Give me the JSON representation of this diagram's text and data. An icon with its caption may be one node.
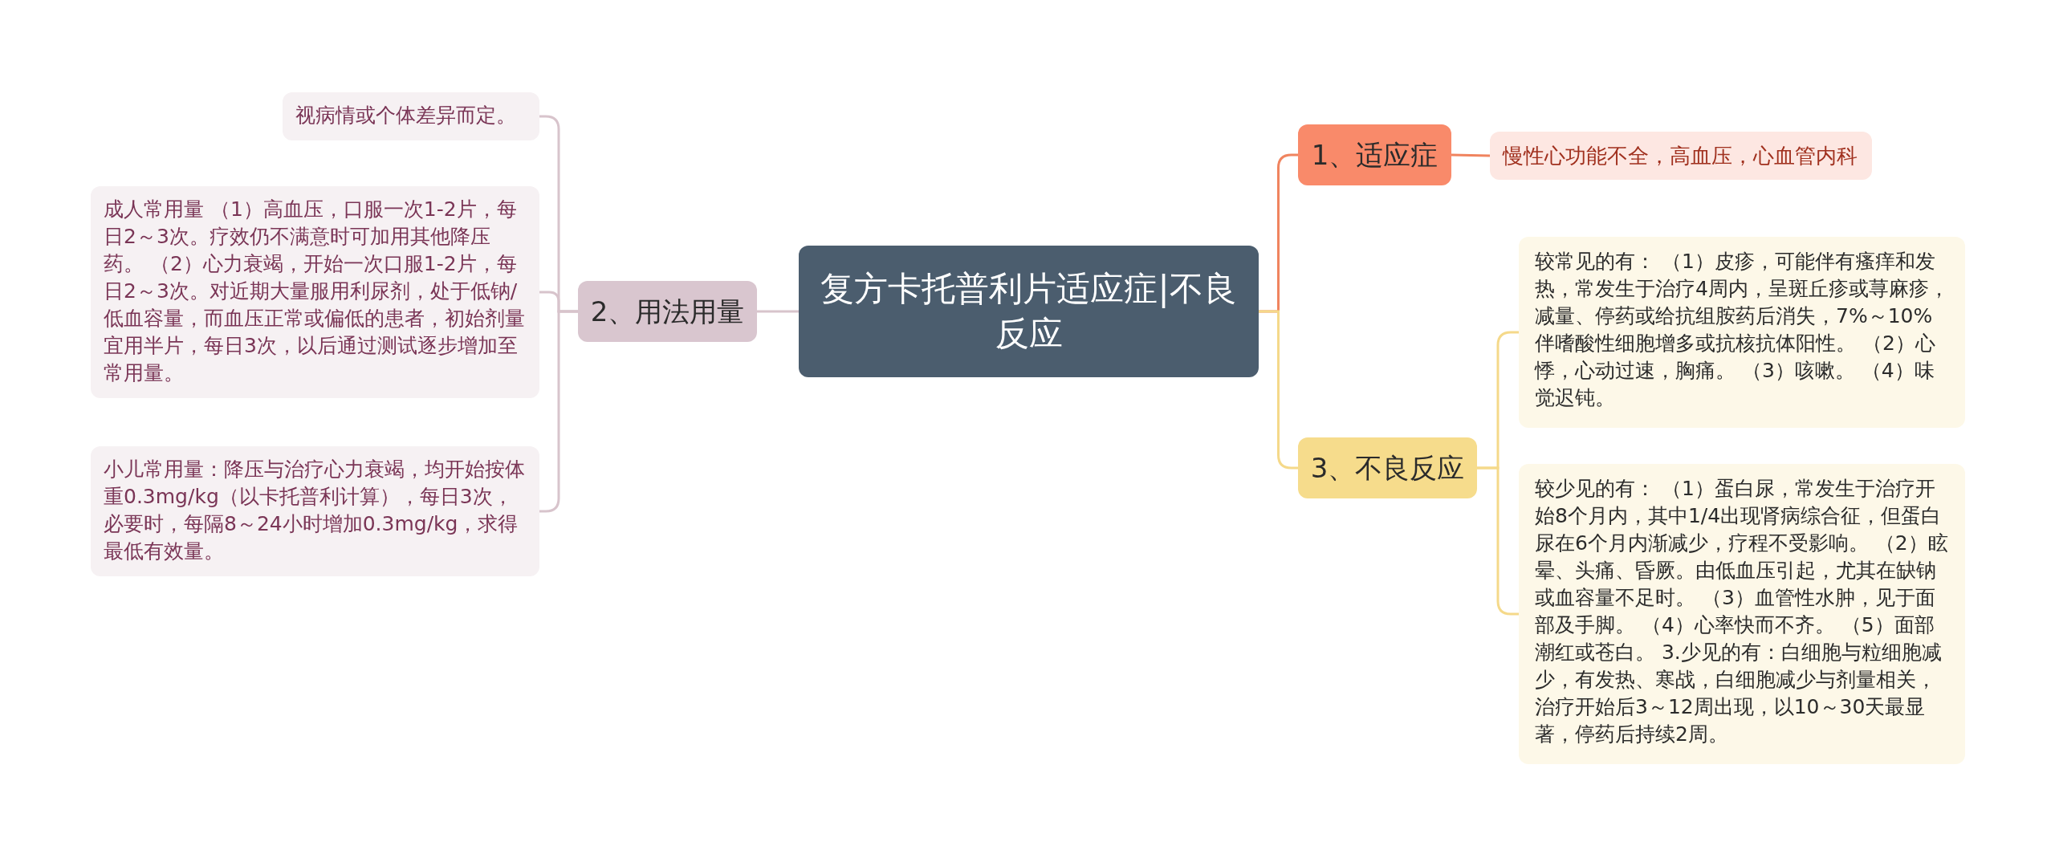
{
  "diagram": {
    "nodes": [
      {
        "text": [
          "复方卡托普利片适应症|不良反应"
        ]
      },
      {
        "text": [
          "1、适应症"
        ]
      },
      {
        "text": [
          "慢性心功能不全，高血压，心血管内科"
        ]
      },
      {
        "text": [
          "3、不良反应"
        ]
      },
      {
        "text": [
          "较常见的有： （1）皮疹，可能伴有瘙痒和发热，常发生于治疗4周内，呈斑丘疹或荨麻疹，减量、停药或给抗组胺药后消失，7%～10%伴嗜酸性细胞增多或抗核抗体阳性。 （2）心悸，心动过速，胸痛。 （3）咳嗽。 （4）味觉迟钝。"
        ]
      },
      {
        "text": [
          "较少见的有： （1）蛋白尿，常发生于治疗开始8个月内，其中1/4出现肾病综合征，但蛋白尿在6个月内渐减少，疗程不受影响。 （2）眩晕、头痛、昏厥。由低血压引起，尤其在缺钠或血容量不足时。 （3）血管性水肿，见于面部及手脚。 （4）心率快而不齐。 （5）面部潮红或苍白。 3.少见的有：白细胞与粒细胞减少，有发热、寒战，白细胞减少与剂量相关，治疗开始后3～12周出现，以10～30天最显著，停药后持续2周。"
        ]
      },
      {
        "text": [
          "2、用法用量"
        ]
      },
      {
        "text": [
          "视病情或个体差异而定。"
        ]
      },
      {
        "text": [
          "成人常用量 （1）高血压，口服一次1-2片，每日2～3次。疗效仍不满意时可加用其他降压药。 （2）心力衰竭，开始一次口服1-2片，每日2～3次。对近期大量服用利尿剂，处于低钠/低血容量，而血压正常或偏低的患者，初始剂量宜用半片，每日3次，以后通过测试逐步增加至常用量。"
        ]
      },
      {
        "text": [
          " 小儿常用量：降压与治疗心力衰竭，均开始按体重0.3mg/kg（以卡托普利计算），每日3次，必要时，每隔8～24小时增加0.3mg/kg，求得最低有效量。"
        ]
      }
    ],
    "edges": [
      {
        "from": 0,
        "to": 1,
        "arrow": "none",
        "color": "#f0845f"
      },
      {
        "from": 1,
        "to": 2,
        "arrow": "none",
        "color": "#f0845f"
      },
      {
        "from": 0,
        "to": 3,
        "arrow": "none",
        "color": "#f5d98a"
      },
      {
        "from": 3,
        "to": 4,
        "arrow": "none",
        "color": "#f5d98a"
      },
      {
        "from": 3,
        "to": 5,
        "arrow": "none",
        "color": "#f5d98a"
      },
      {
        "from": 0,
        "to": 6,
        "arrow": "none",
        "color": "#d8c4cc"
      },
      {
        "from": 6,
        "to": 7,
        "arrow": "none",
        "color": "#d8c4cc"
      },
      {
        "from": 6,
        "to": 8,
        "arrow": "none",
        "color": "#d8c4cc"
      },
      {
        "from": 6,
        "to": 9,
        "arrow": "none",
        "color": "#d8c4cc"
      }
    ]
  }
}
